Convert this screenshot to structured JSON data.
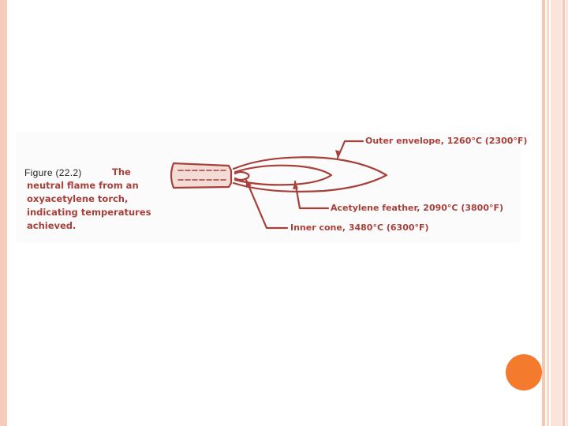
{
  "figure_label": "Figure (22.2)",
  "caption_first": "The",
  "caption_rest": "neutral flame from an oxyacetylene torch, indicating temperatures achieved.",
  "callouts": {
    "outer": "Outer envelope, 1260°C (2300°F)",
    "feather": "Acetylene feather, 2090°C (3800°F)",
    "inner": "Inner cone, 3480°C (6300°F)"
  },
  "colors": {
    "diagram_ink": "#a8403a",
    "accent_dot": "#f47b2e",
    "border_stripe": "#f7c6b2"
  }
}
